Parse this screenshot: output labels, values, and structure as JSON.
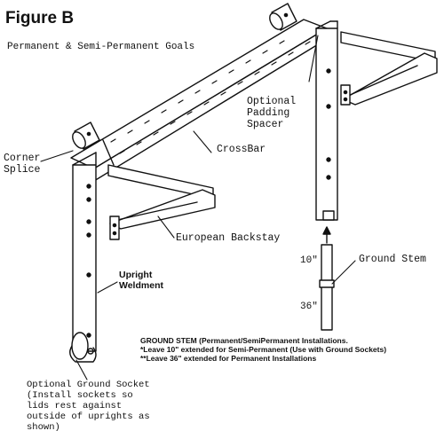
{
  "figure": {
    "title": "Figure B",
    "subtitle": "Permanent & Semi-Permanent Goals"
  },
  "labels": {
    "optional_padding_spacer": "Optional\nPadding\nSpacer",
    "corner_splice": "Corner\nSplice",
    "crossbar": "CrossBar",
    "european_backstay": "European Backstay",
    "ground_stem": "Ground Stem",
    "upright_weldment": "Upright\nWeldment",
    "dim_10": "10\"",
    "dim_36": "36\"",
    "optional_ground_socket": "Optional Ground Socket\n(Install sockets so\nlids rest against\noutside of uprights as\nshown)"
  },
  "ground_stem_note": {
    "heading": "GROUND STEM (Permanent/SemiPermanent Installations.",
    "line1": "*Leave 10\" extended for Semi-Permanent (Use with Ground Sockets)",
    "line2": "**Leave 36\" extended for Permanent Installations"
  },
  "colors": {
    "ink": "#111111",
    "background": "#ffffff"
  }
}
